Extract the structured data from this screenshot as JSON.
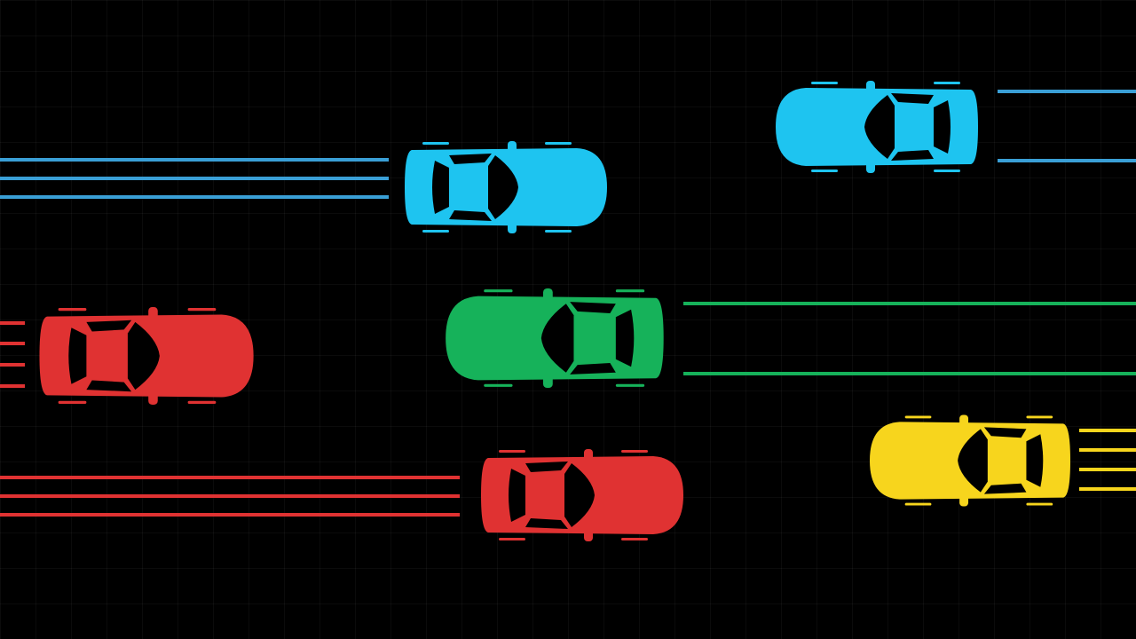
{
  "scene": {
    "background": "#000000",
    "colors": {
      "blue": "#1ec4f0",
      "blue_trail": "#3a9fd6",
      "green": "#16b25a",
      "red": "#e03232",
      "yellow": "#f7d51d"
    },
    "cars": [
      {
        "id": "blue-top-right",
        "color": "blue",
        "direction": "left",
        "icon": "car-top-view-icon"
      },
      {
        "id": "blue-top-center",
        "color": "blue",
        "direction": "right",
        "icon": "car-top-view-icon"
      },
      {
        "id": "green-center",
        "color": "green",
        "direction": "left",
        "icon": "car-top-view-icon"
      },
      {
        "id": "red-left",
        "color": "red",
        "direction": "right",
        "icon": "car-top-view-icon"
      },
      {
        "id": "red-bottom",
        "color": "red",
        "direction": "right",
        "icon": "car-top-view-icon"
      },
      {
        "id": "yellow-right",
        "color": "yellow",
        "direction": "left",
        "icon": "car-top-view-icon"
      }
    ]
  }
}
